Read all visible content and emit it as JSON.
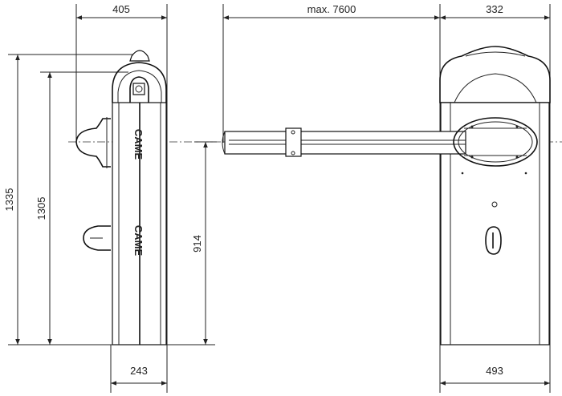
{
  "dimensions": {
    "top_left_width": "405",
    "max_boom_length": "max. 7600",
    "top_right_width": "332",
    "bottom_left_width": "243",
    "bottom_right_width": "493",
    "total_height": "1335",
    "cabinet_height": "1305",
    "boom_axis_height": "914"
  },
  "brand": "CAME"
}
